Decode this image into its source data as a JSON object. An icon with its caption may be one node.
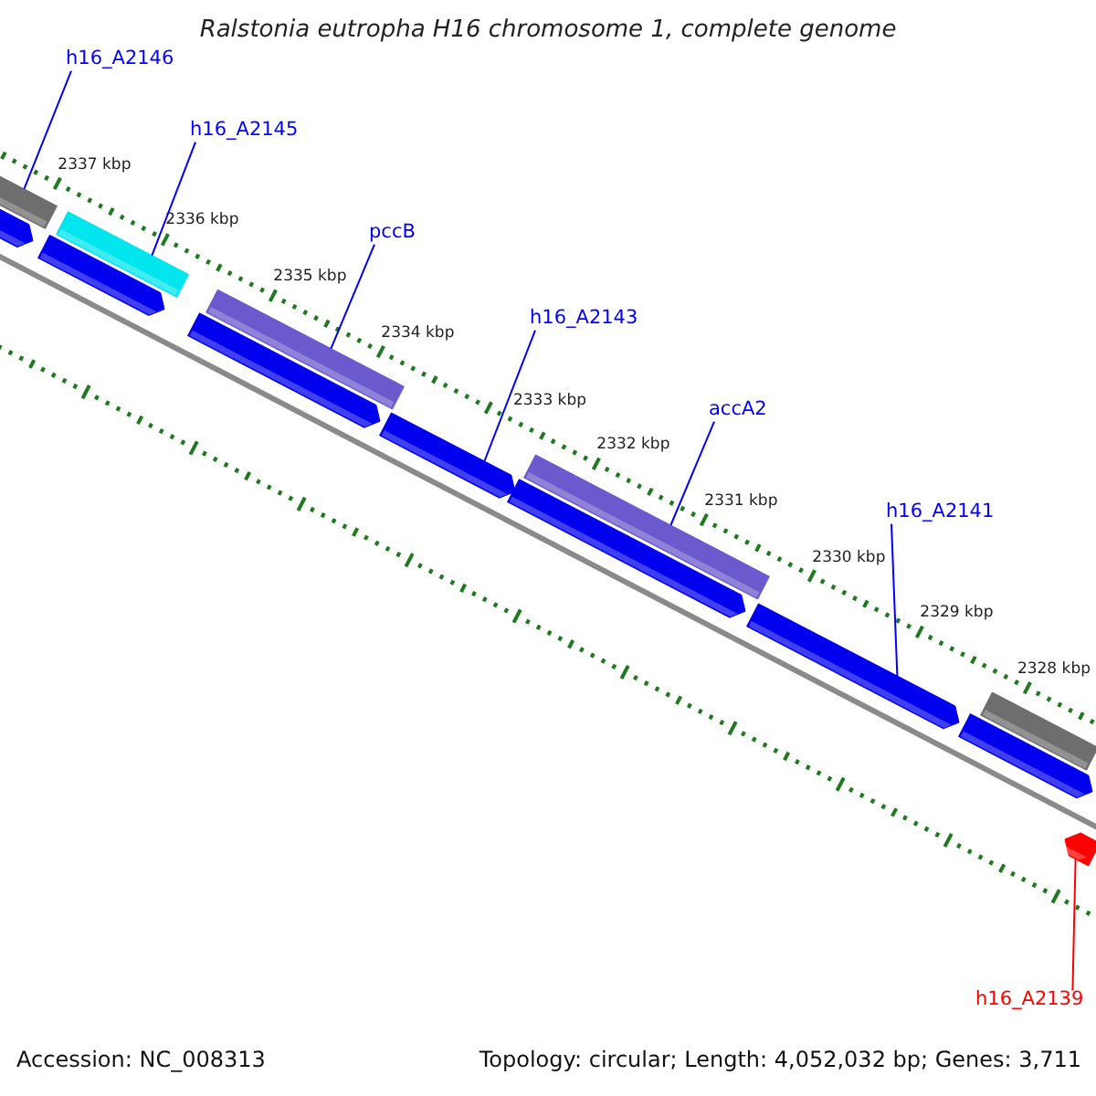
{
  "diagram": {
    "title": "Ralstonia eutropha H16 chromosome 1, complete genome",
    "nodes": [
      {
        "text": [
          "h16_A2146"
        ]
      },
      {
        "text": [
          "h16_A2145"
        ]
      },
      {
        "text": [
          "pccB"
        ]
      },
      {
        "text": [
          "h16_A2143"
        ]
      },
      {
        "text": [
          "accA2"
        ]
      },
      {
        "text": [
          "h16_A2141"
        ]
      },
      {
        "text": [
          "h16_A2139"
        ]
      },
      {
        "text": [],
        "shape": "bar"
      },
      {
        "text": [],
        "shape": "bar"
      },
      {
        "text": [],
        "shape": "bar"
      },
      {
        "text": [],
        "shape": "bar"
      },
      {
        "text": [],
        "shape": "bar"
      },
      {
        "text": [],
        "shape": "arrow"
      },
      {
        "text": [],
        "shape": "arrow"
      },
      {
        "text": [],
        "shape": "arrow"
      },
      {
        "text": [],
        "shape": "arrow"
      },
      {
        "text": [],
        "shape": "arrow"
      },
      {
        "text": [],
        "shape": "arrow"
      },
      {
        "text": [],
        "shape": "arrow"
      },
      {
        "text": [],
        "shape": "arrow"
      }
    ],
    "edges": [
      {
        "from": 0,
        "to": 7,
        "arrow": "none"
      },
      {
        "from": 1,
        "to": 8,
        "arrow": "none"
      },
      {
        "from": 2,
        "to": 9,
        "arrow": "none"
      },
      {
        "from": 3,
        "to": 15,
        "arrow": "none"
      },
      {
        "from": 4,
        "to": 10,
        "arrow": "none"
      },
      {
        "from": 5,
        "to": 17,
        "arrow": "none"
      },
      {
        "from": 6,
        "to": 19,
        "arrow": "none",
        "color": "#ff0000"
      }
    ],
    "labels": [
      "2337 kbp",
      "2336 kbp",
      "2335 kbp",
      "2334 kbp",
      "2333 kbp",
      "2332 kbp",
      "2331 kbp",
      "2330 kbp",
      "2329 kbp",
      "2328 kbp",
      "Accession: NC_008313",
      "Topology: circular; Length: 4,052,032 bp; Genes: 3,711"
    ]
  }
}
